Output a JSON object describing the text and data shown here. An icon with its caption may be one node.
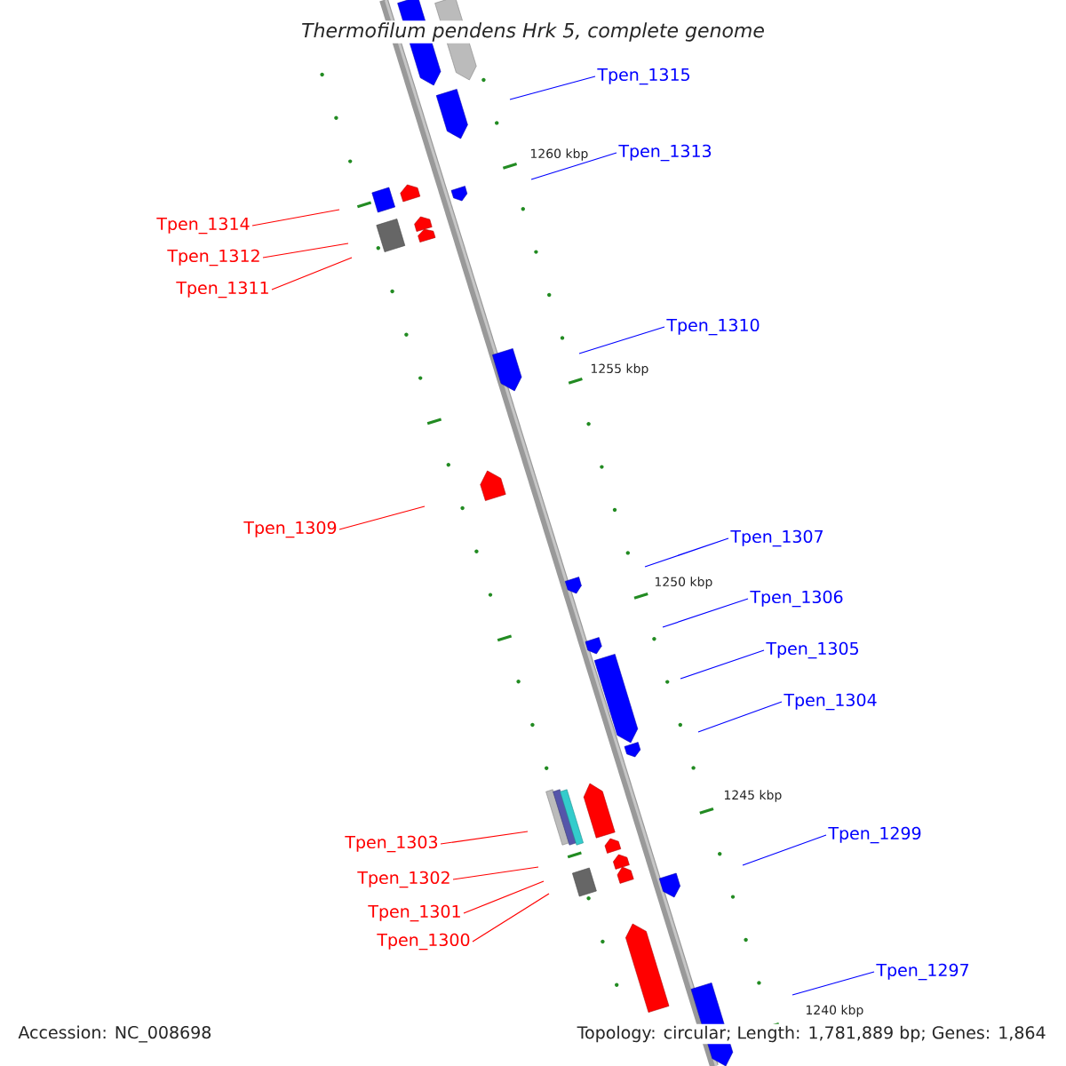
{
  "diagram": {
    "title": "Thermofilum pendens Hrk 5, complete genome",
    "nodes": [
      {
        "text": [
          "Tpen_1315"
        ]
      },
      {
        "text": [
          "Tpen_1313"
        ]
      },
      {
        "text": [
          "Tpen_1314"
        ]
      },
      {
        "text": [
          "Tpen_1312"
        ]
      },
      {
        "text": [
          "Tpen_1311"
        ]
      },
      {
        "text": [
          "Tpen_1310"
        ]
      },
      {
        "text": [
          "Tpen_1309"
        ]
      },
      {
        "text": [
          "Tpen_1307"
        ]
      },
      {
        "text": [
          "Tpen_1306"
        ]
      },
      {
        "text": [
          "Tpen_1305"
        ]
      },
      {
        "text": [
          "Tpen_1304"
        ]
      },
      {
        "text": [
          "Tpen_1299"
        ]
      },
      {
        "text": [
          "Tpen_1303"
        ]
      },
      {
        "text": [
          "Tpen_1302"
        ]
      },
      {
        "text": [
          "Tpen_1301"
        ]
      },
      {
        "text": [
          "Tpen_1300"
        ]
      },
      {
        "text": [
          "Tpen_1297"
        ]
      }
    ],
    "edges": [
      {
        "from": 0,
        "to": null,
        "arrow": "none"
      },
      {
        "from": 1,
        "to": null,
        "arrow": "none"
      },
      {
        "from": 2,
        "to": null,
        "arrow": "none",
        "color": "#ff0000"
      },
      {
        "from": 3,
        "to": null,
        "arrow": "none",
        "color": "#ff0000"
      },
      {
        "from": 4,
        "to": null,
        "arrow": "none",
        "color": "#ff0000"
      },
      {
        "from": 5,
        "to": null,
        "arrow": "none"
      },
      {
        "from": 6,
        "to": null,
        "arrow": "none",
        "color": "#ff0000"
      },
      {
        "from": 7,
        "to": null,
        "arrow": "none"
      },
      {
        "from": 8,
        "to": null,
        "arrow": "none"
      },
      {
        "from": 9,
        "to": null,
        "arrow": "none"
      },
      {
        "from": 10,
        "to": null,
        "arrow": "none"
      },
      {
        "from": 11,
        "to": null,
        "arrow": "none"
      },
      {
        "from": 12,
        "to": null,
        "arrow": "none",
        "color": "#ff0000"
      },
      {
        "from": 13,
        "to": null,
        "arrow": "none",
        "color": "#ff0000"
      },
      {
        "from": 14,
        "to": null,
        "arrow": "none",
        "color": "#ff0000"
      },
      {
        "from": 15,
        "to": null,
        "arrow": "none",
        "color": "#ff0000"
      },
      {
        "from": 16,
        "to": null,
        "arrow": "none"
      }
    ],
    "labels": [
      "1260 kbp",
      "1255 kbp",
      "1250 kbp",
      "1245 kbp",
      "1240 kbp",
      "Accession: NC_008698",
      "Topology: circular; Length: 1,781,889 bp; Genes: 1,864"
    ]
  }
}
